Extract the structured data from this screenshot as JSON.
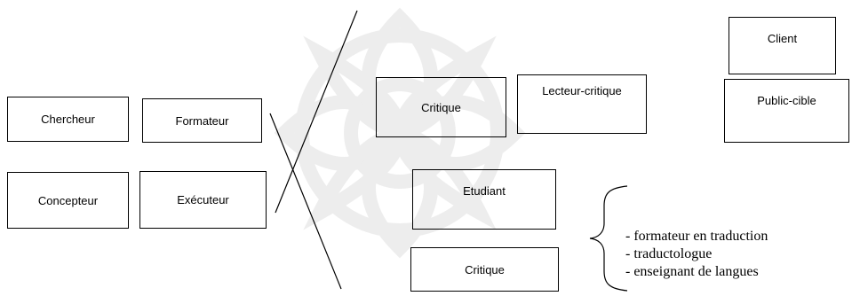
{
  "left_boxes": {
    "chercheur": "Chercheur",
    "formateur": "Formateur",
    "concepteur": "Concepteur",
    "executeur": "Exécuteur"
  },
  "middle_boxes": {
    "critique_top": "Critique",
    "lecteur_critique": "Lecteur-critique",
    "etudiant": "Etudiant",
    "critique_bottom": "Critique"
  },
  "right_boxes": {
    "client": "Client",
    "public_cible": "Public-cible"
  },
  "roles_list": [
    "- formateur en traduction",
    "- traductologue",
    "- enseignant de langues"
  ]
}
